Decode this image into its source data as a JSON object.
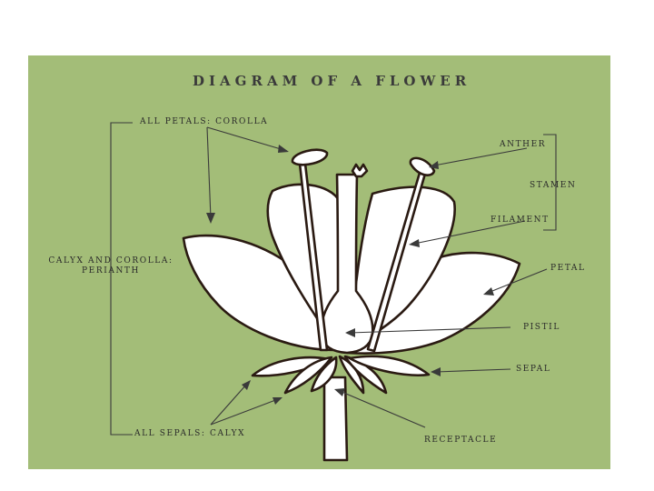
{
  "title": "DIAGRAM OF A FLOWER",
  "labels": {
    "all_petals": "ALL PETALS: COROLLA",
    "anther": "ANTHER",
    "stamen": "STAMEN",
    "filament": "FILAMENT",
    "calyx_corolla_line1": "CALYX AND COROLLA:",
    "calyx_corolla_line2": "PERIANTH",
    "petal": "PETAL",
    "pistil": "PISTIL",
    "sepal": "SEPAL",
    "receptacle": "RECEPTACLE",
    "all_sepals": "ALL SEPALS: CALYX"
  },
  "colors": {
    "panel_background": "#a3bd78",
    "flower_fill": "#ffffff",
    "outline": "#2a1a12",
    "text": "#2a2a2a"
  }
}
